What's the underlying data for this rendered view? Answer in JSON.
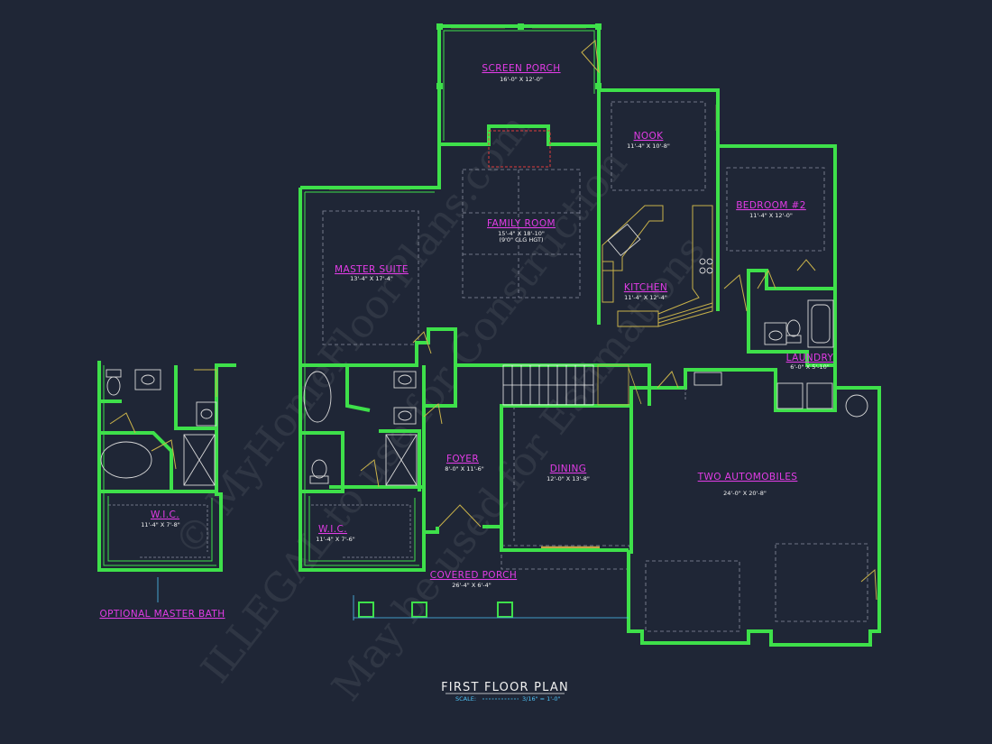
{
  "drawing": {
    "title": "FIRST FLOOR PLAN",
    "scale_label": "SCALE:",
    "scale_value": "3/16\" = 1'-0\"",
    "watermark_lines": [
      "© MyHomeFloorPlans.com",
      "ILLEGAL to use for Construction",
      "May be used for Estimations"
    ]
  },
  "rooms": {
    "screen_porch": {
      "name": "SCREEN PORCH",
      "dims": "16'-0\" X 12'-0\""
    },
    "nook": {
      "name": "NOOK",
      "dims": "11'-4\" X 10'-8\""
    },
    "family_room": {
      "name": "FAMILY ROOM",
      "dims": "15'-4\" X 18'-10\"",
      "note": "(9'0\" CLG HGT)"
    },
    "master_suite": {
      "name": "MASTER SUITE",
      "dims": "13'-4\" X 17'-4\""
    },
    "bedroom_2": {
      "name": "BEDROOM #2",
      "dims": "11'-4\" X 12'-0\""
    },
    "kitchen": {
      "name": "KITCHEN",
      "dims": "11'-4\" X 12'-4\""
    },
    "laundry": {
      "name": "LAUNDRY",
      "dims": "6'-0\" X 5'-10\""
    },
    "foyer": {
      "name": "FOYER",
      "dims": "8'-0\" X 11'-6\""
    },
    "dining": {
      "name": "DINING",
      "dims": "12'-0\" X 13'-8\""
    },
    "garage": {
      "name": "TWO AUTOMOBILES",
      "dims": "24'-0\" X 20'-8\""
    },
    "wic": {
      "name": "W.I.C.",
      "dims": "11'-4\" X 7'-6\""
    },
    "wic_optional": {
      "name": "W.I.C.",
      "dims": "11'-4\" X 7'-8\""
    },
    "covered_porch": {
      "name": "COVERED PORCH",
      "dims": "26'-4\" X 6'-4\""
    },
    "optional_master_bath": {
      "name": "OPTIONAL MASTER BATH"
    }
  },
  "colors": {
    "background": "#1f2636",
    "wall": "#3ee04a",
    "label": "#e23ce6",
    "fixture": "#d8d8d8",
    "stair": "#f0f0f0",
    "dashed": "#8a8fa0",
    "cabinet": "#c9b24a",
    "title_text": "#f0f0f0",
    "scale_text": "#4fc3f7",
    "porch_line": "#4fc3f7",
    "window": "#c9a246"
  }
}
